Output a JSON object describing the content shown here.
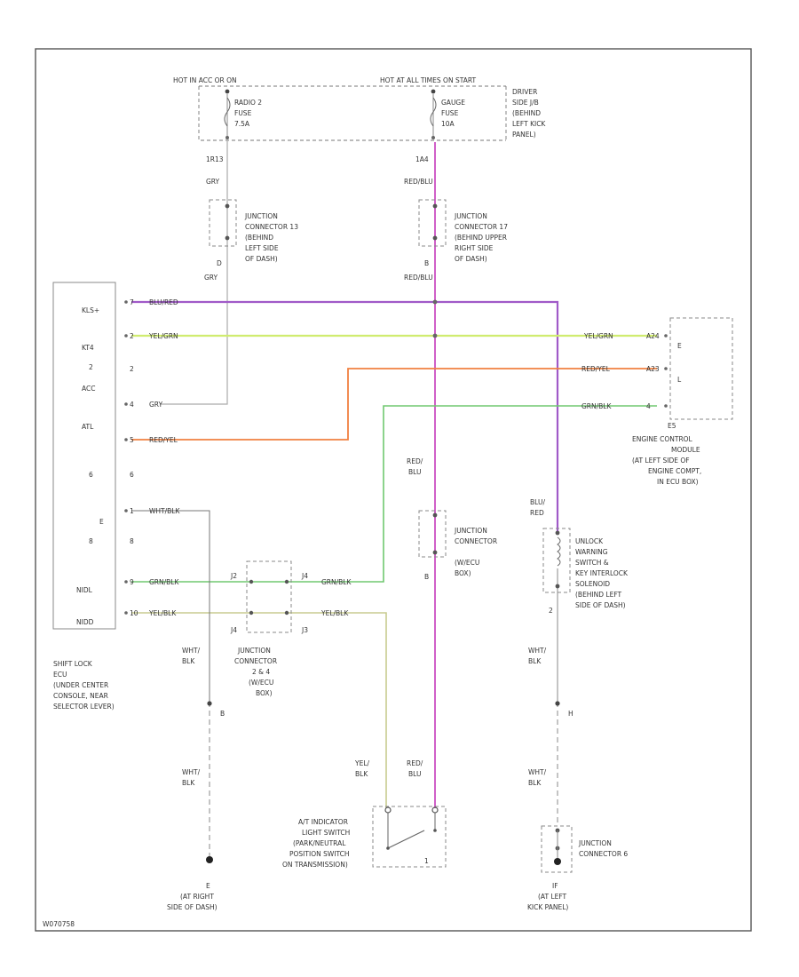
{
  "header": {
    "left": "HOT IN ACC OR ON",
    "right": "HOT AT ALL TIMES ON START",
    "driver_jb": [
      "DRIVER",
      "SIDE J/B",
      "(BEHIND",
      "LEFT KICK",
      "PANEL)"
    ]
  },
  "fuses": {
    "radio": [
      "RADIO 2",
      "FUSE",
      "7.5A"
    ],
    "gauge": [
      "GAUGE",
      "FUSE",
      "10A"
    ]
  },
  "pins": {
    "fuse_left": "1R13",
    "fuse_right": "1A4",
    "jc_left_bottom": "D",
    "jc_right_bottom": "B",
    "jc_mid_bottom": "B",
    "sw_right_bottom": "2",
    "ground_right_h": "H",
    "ground_left_b": "B",
    "ground_left_e": "E",
    "ground_right_f": "IF",
    "ecm_ref": "E5",
    "ecm_pin1": "E",
    "ecm_pin2": "L",
    "conn_j2": "J2",
    "conn_j4a": "J4",
    "conn_j4b": "J4",
    "conn_j3": "J3"
  },
  "wires": {
    "gry_top": "GRY",
    "gry_bot": "GRY",
    "redblu_top": "RED/BLU",
    "redblu_bot": "RED/BLU",
    "blured": "BLU/RED",
    "yelgrn_left": "YEL/GRN",
    "yelgrn_right": "YEL/GRN",
    "gry_acc": "GRY",
    "redyel_left": "RED/YEL",
    "redyel_right": "RED/YEL",
    "grnblk_right": "GRN/BLK",
    "whtblk": "WHT/BLK",
    "grnblk_left": "GRN/BLK",
    "grnblk_mid": "GRN/BLK",
    "yelblk_left": "YEL/BLK",
    "yelblk_mid": "YEL/BLK",
    "redblu_mid": [
      "RED/",
      "BLU"
    ],
    "blured_right": [
      "BLU/",
      "RED"
    ],
    "whtblk_left1": [
      "WHT/",
      "BLK"
    ],
    "whtblk_left2": [
      "WHT/",
      "BLK"
    ],
    "whtblk_right1": [
      "WHT/",
      "BLK"
    ],
    "whtblk_right2": [
      "WHT/",
      "BLK"
    ],
    "yelblk_low": [
      "YEL/",
      "BLK"
    ],
    "redblu_low": [
      "RED/",
      "BLU"
    ]
  },
  "junctions": {
    "jc13": [
      "JUNCTION",
      "CONNECTOR 13",
      "(BEHIND",
      "LEFT SIDE",
      "OF DASH)"
    ],
    "jc17": [
      "JUNCTION",
      "CONNECTOR 17",
      "(BEHIND UPPER",
      "RIGHT SIDE",
      "OF DASH)"
    ],
    "jc_mid": [
      "JUNCTION",
      "CONNECTOR",
      "",
      "(W/ECU",
      "BOX)"
    ],
    "jc_lower": [
      "JUNCTION",
      "CONNECTOR",
      "2 & 4",
      "(W/ECU",
      "BOX)"
    ],
    "jc6": [
      "JUNCTION",
      "CONNECTOR 6"
    ]
  },
  "ecu": {
    "pins": [
      "KLS+",
      "KT4",
      "2",
      "ACC",
      "ATL",
      "6",
      "E",
      "8",
      "NIDL",
      "NIDD"
    ],
    "pin_nums": [
      "7",
      "2",
      "",
      "4",
      "5",
      "",
      "1",
      "",
      "9",
      "10"
    ],
    "label": [
      "SHIFT LOCK",
      "ECU",
      "(UNDER CENTER",
      "CONSOLE, NEAR",
      "SELECTOR LEVER)"
    ]
  },
  "ecm": {
    "label": [
      "ENGINE CONTROL",
      "MODULE",
      "(AT LEFT SIDE OF",
      "ENGINE COMPT,",
      "IN ECU BOX)"
    ],
    "pin_nums": [
      "A24",
      "A23"
    ]
  },
  "solenoid": {
    "label": [
      "UNLOCK",
      "WARNING",
      "SWITCH &",
      "KEY INTERLOCK",
      "SOLENOID",
      "(BEHIND LEFT",
      "SIDE OF DASH)"
    ]
  },
  "switch": {
    "label": [
      "A/T INDICATOR",
      "LIGHT SWITCH",
      "(PARK/NEUTRAL",
      "POSITION SWITCH",
      "ON TRANSMISSION)"
    ]
  },
  "grounds": {
    "left": [
      "(AT RIGHT",
      "SIDE OF DASH)"
    ],
    "right": [
      "(AT LEFT",
      "KICK PANEL)"
    ]
  },
  "footer": {
    "ref": "W070758"
  },
  "colors": {
    "purple": "#a05ac8",
    "magenta": "#d060c8",
    "yellowgreen": "#d0ec70",
    "orange": "#f08040",
    "green": "#70c870",
    "olive": "#c8cc90"
  }
}
